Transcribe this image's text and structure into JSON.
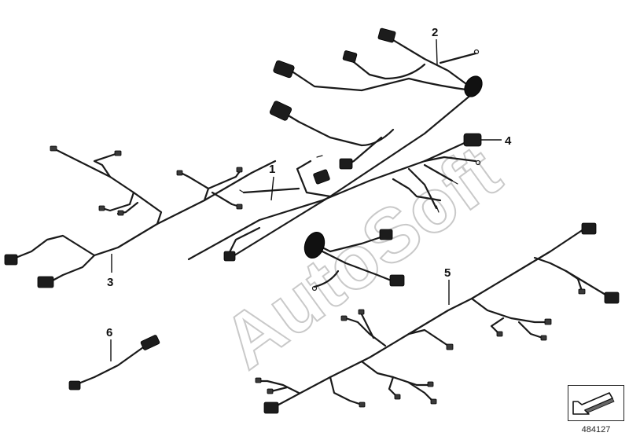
{
  "callouts": {
    "c1": "1",
    "c2": "2",
    "c3": "3",
    "c4": "4",
    "c5": "5",
    "c6": "6"
  },
  "watermark": "AutoSoft",
  "reference_number": "484127",
  "colors": {
    "wire": "#1a1a1a",
    "connector": "#1c1c1c",
    "watermark_outline": "#c9c9c9"
  },
  "icons": {
    "reference_arrow": "arrow-down-left-icon"
  }
}
